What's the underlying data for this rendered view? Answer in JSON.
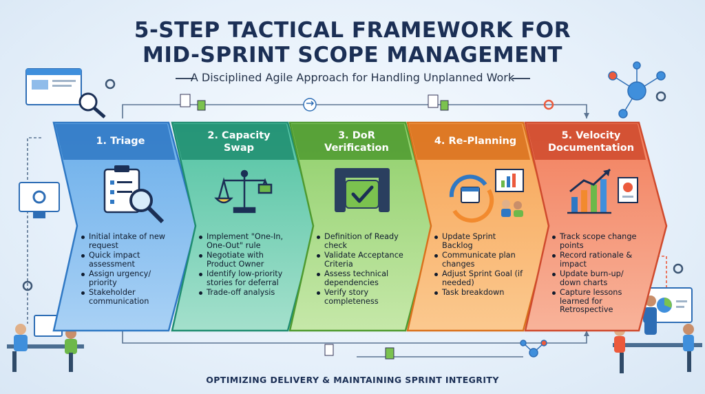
{
  "title_line1": "5-STEP TACTICAL FRAMEWORK FOR",
  "title_line2": "MID-SPRINT SCOPE MANAGEMENT",
  "subtitle": "A Disciplined Agile Approach for Handling Unplanned Work",
  "footer": "OPTIMIZING DELIVERY & MAINTAINING SPRINT INTEGRITY",
  "steps": [
    {
      "title": "1. Triage",
      "color": "#3f8fdc",
      "items": [
        "Initial intake of new request",
        "Quick impact assessment",
        "Assign urgency/ priority",
        "Stakeholder communication"
      ]
    },
    {
      "title": "2. Capacity Swap",
      "color": "#2fa98a",
      "items": [
        "Implement \"One-In, One-Out\" rule",
        "Negotiate with Product Owner",
        "Identify low-priority stories for deferral",
        "Trade-off analysis"
      ]
    },
    {
      "title": "3. DoR Verification",
      "color": "#6db84a",
      "items": [
        "Definition of Ready check",
        "Validate Acceptance Criteria",
        "Assess technical dependencies",
        "Verify story completeness"
      ]
    },
    {
      "title": "4. Re-Planning",
      "color": "#f28a2e",
      "items": [
        "Update Sprint Backlog",
        "Communicate plan changes",
        "Adjust Sprint Goal (if needed)",
        "Task breakdown"
      ]
    },
    {
      "title": "5. Velocity Documentation",
      "color": "#ec5a3c",
      "items": [
        "Track scope change points",
        "Record rationale & impact",
        "Update burn-up/ down charts",
        "Capture lessons learned for Retrospective"
      ]
    }
  ],
  "icons": {
    "step1": "clipboard-magnifier-icon",
    "step2": "balance-scale-icon",
    "step3": "checkmark-gate-icon",
    "step4": "replan-cycle-icon",
    "step5": "growth-chart-icon"
  }
}
